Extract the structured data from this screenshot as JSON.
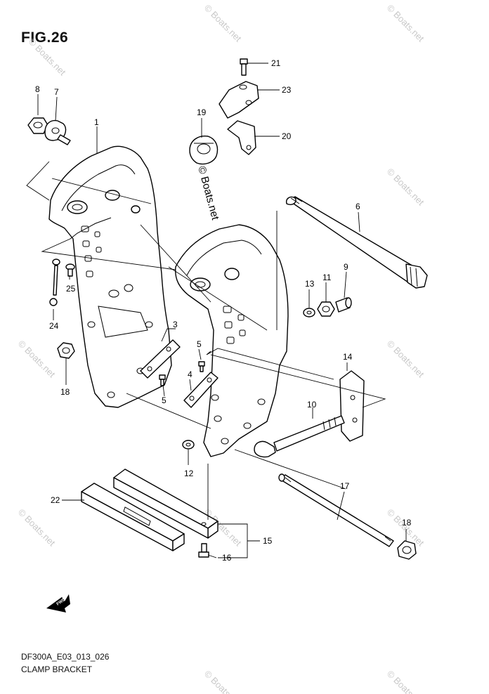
{
  "figure_title": "FIG.26",
  "drawing_code": "DF300A_E03_013_026",
  "caption": "CLAMP BRACKET",
  "watermark": "© Boats.net",
  "fwd_label": "FWD",
  "callouts": {
    "c1": "1",
    "c3": "3",
    "c4": "4",
    "c5a": "5",
    "c5b": "5",
    "c6": "6",
    "c7": "7",
    "c8": "8",
    "c9": "9",
    "c10": "10",
    "c11": "11",
    "c12": "12",
    "c13": "13",
    "c14": "14",
    "c15": "15",
    "c16": "16",
    "c17": "17",
    "c18a": "18",
    "c18b": "18",
    "c19": "19",
    "c20": "20",
    "c21": "21",
    "c22": "22",
    "c23": "23",
    "c24": "24",
    "c25": "25"
  }
}
